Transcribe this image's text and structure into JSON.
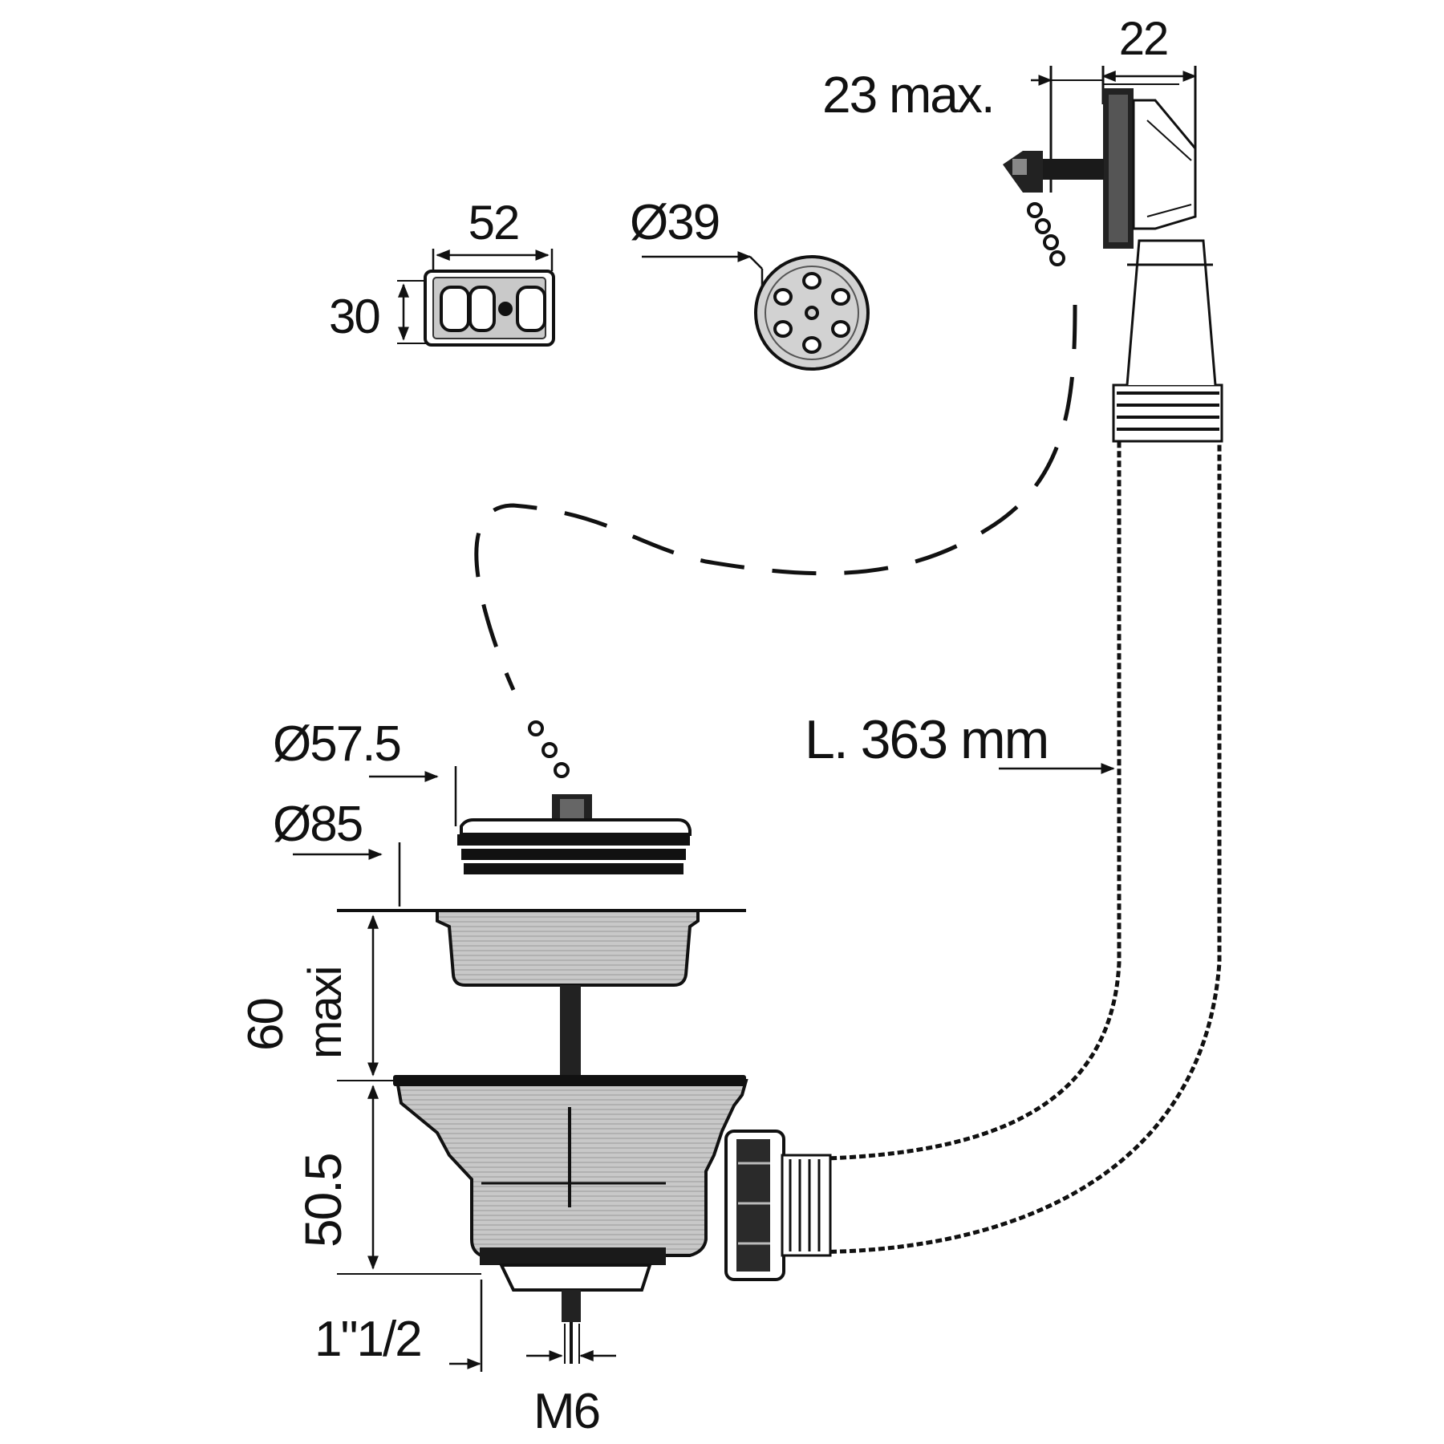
{
  "colors": {
    "ink": "#111111",
    "metal_fill": "#bdbdbd",
    "metal_light": "#dcdcdc",
    "background": "#ffffff"
  },
  "labels": {
    "overflow_width": "22",
    "overflow_max": "23 max.",
    "grid_width": "52",
    "grid_height": "30",
    "overflow_diameter": "Ø39",
    "plug_diameter": "Ø57.5",
    "flange_diameter": "Ø85",
    "depth_max": "60",
    "depth_max_suffix": "maxi",
    "body_height": "50.5",
    "hose_length": "L. 363 mm",
    "outlet_thread": "1\"1/2",
    "screw_thread": "M6"
  },
  "icons": {
    "overflow_cover": "overflow-outlet-icon",
    "grid_cover": "rectangular-grid-icon",
    "round_grid": "round-grid-icon",
    "plug": "plug-icon",
    "strainer": "strainer-basket-icon",
    "hose": "corrugated-hose-icon",
    "chain": "chain-icon"
  }
}
